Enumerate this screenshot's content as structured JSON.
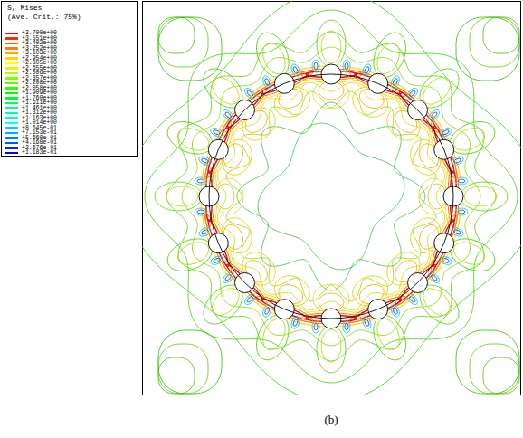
{
  "diagram": {
    "caption": "(b)",
    "labels": [
      "S, Mises",
      "(Ave. Crit.: 75%)"
    ],
    "legend": [
      {
        "text": "+3.700e+00",
        "color": "#ff0000"
      },
      {
        "text": "+3.551e+00",
        "color": "#ff2b00"
      },
      {
        "text": "+3.402e+00",
        "color": "#ff5500"
      },
      {
        "text": "+3.252e+00",
        "color": "#ff8000"
      },
      {
        "text": "+3.103e+00",
        "color": "#ffaa00"
      },
      {
        "text": "+2.954e+00",
        "color": "#ffd500"
      },
      {
        "text": "+2.805e+00",
        "color": "#ffff00"
      },
      {
        "text": "+2.655e+00",
        "color": "#d5ff00"
      },
      {
        "text": "+2.506e+00",
        "color": "#aaff00"
      },
      {
        "text": "+2.357e+00",
        "color": "#80ff00"
      },
      {
        "text": "+2.208e+00",
        "color": "#55ff00"
      },
      {
        "text": "+2.058e+00",
        "color": "#2bff00"
      },
      {
        "text": "+1.909e+00",
        "color": "#00ff00"
      },
      {
        "text": "+1.760e+00",
        "color": "#00ff2b"
      },
      {
        "text": "+1.611e+00",
        "color": "#00ff55"
      },
      {
        "text": "+1.461e+00",
        "color": "#00ff80"
      },
      {
        "text": "+1.312e+00",
        "color": "#00ffaa"
      },
      {
        "text": "+1.163e+00",
        "color": "#00ffd5"
      },
      {
        "text": "+1.014e+00",
        "color": "#00ffff"
      },
      {
        "text": "+8.645e-01",
        "color": "#00d5ff"
      },
      {
        "text": "+7.153e-01",
        "color": "#00aaff"
      },
      {
        "text": "+5.660e-01",
        "color": "#0080ff"
      },
      {
        "text": "+4.168e-01",
        "color": "#0055ff"
      },
      {
        "text": "+2.676e-01",
        "color": "#002bff"
      },
      {
        "text": "+1.183e-01",
        "color": "#0000ff"
      }
    ]
  }
}
